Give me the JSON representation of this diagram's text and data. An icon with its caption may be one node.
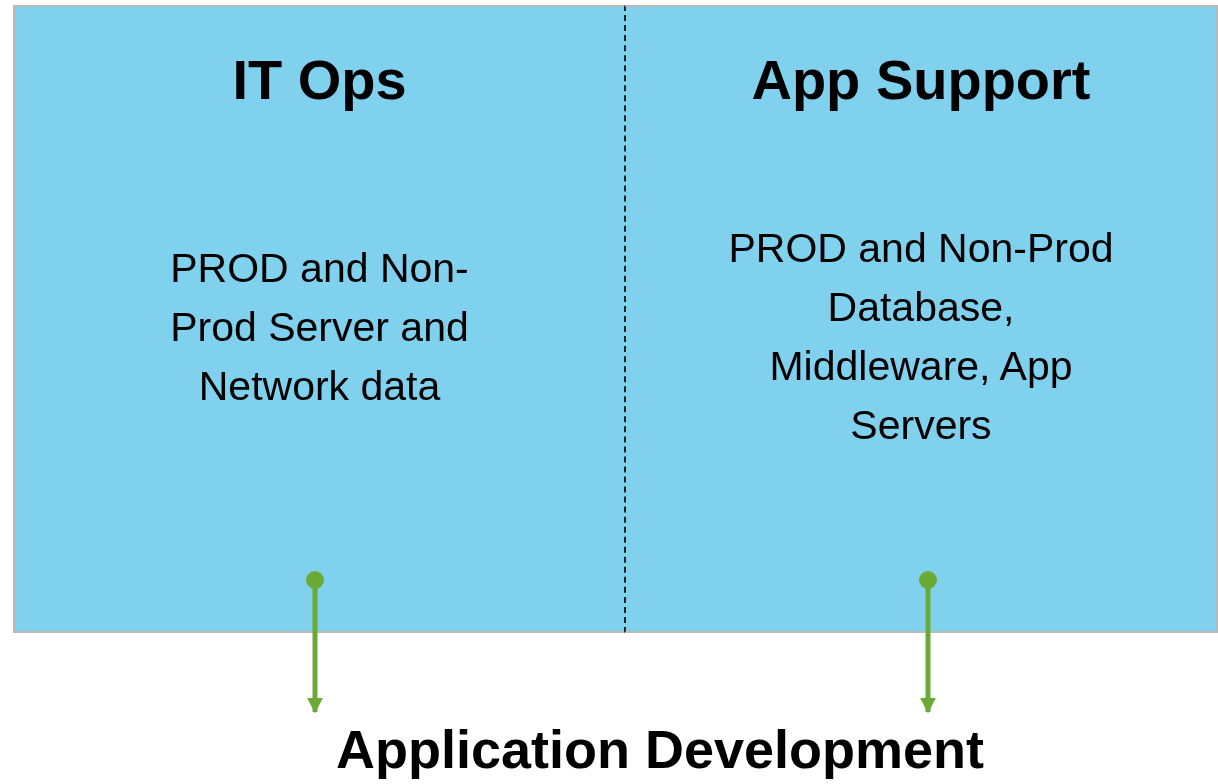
{
  "diagram": {
    "nodes": [
      {
        "text": [
          "IT Ops",
          "PROD and Non-Prod Server and Network data"
        ]
      },
      {
        "text": [
          "App Support",
          "PROD and Non-Prod Database, Middleware, App Servers"
        ]
      },
      {
        "text": [
          "Application Development"
        ]
      }
    ],
    "edges": [
      {
        "from": 0,
        "to": 2,
        "arrow": "to"
      },
      {
        "from": 1,
        "to": 2,
        "arrow": "to"
      }
    ]
  }
}
